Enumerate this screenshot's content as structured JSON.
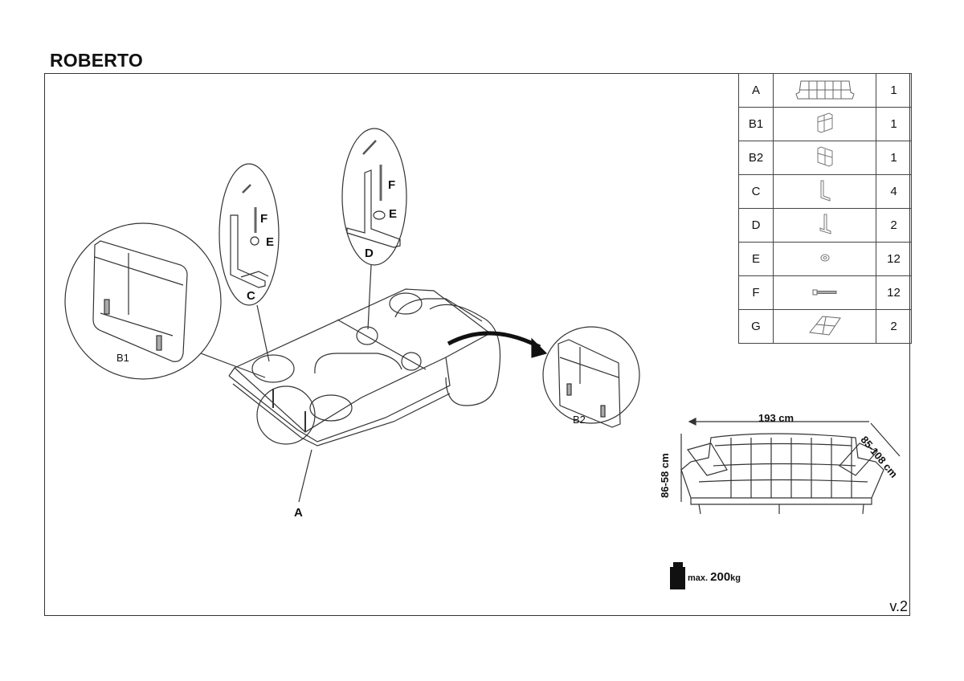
{
  "title": "ROBERTO",
  "version": "v.2",
  "parts": [
    {
      "label": "A",
      "icon": "sofa-icon",
      "qty": "1"
    },
    {
      "label": "B1",
      "icon": "armrest-left-icon",
      "qty": "1"
    },
    {
      "label": "B2",
      "icon": "armrest-right-icon",
      "qty": "1"
    },
    {
      "label": "C",
      "icon": "l-leg-icon",
      "qty": "4"
    },
    {
      "label": "D",
      "icon": "t-leg-icon",
      "qty": "2"
    },
    {
      "label": "E",
      "icon": "washer-icon",
      "qty": "12"
    },
    {
      "label": "F",
      "icon": "bolt-icon",
      "qty": "12"
    },
    {
      "label": "G",
      "icon": "pillow-icon",
      "qty": "2"
    }
  ],
  "diagram": {
    "callout_c": {
      "leg": "C",
      "bolt": "F",
      "washer": "E"
    },
    "callout_d": {
      "leg": "D",
      "bolt": "F",
      "washer": "E"
    },
    "armrest_left": "B1",
    "armrest_right": "B2",
    "sofa_label": "A"
  },
  "dimensions": {
    "width": "193 cm",
    "depth": "85-108 cm",
    "height": "86-58 cm"
  },
  "max_load": {
    "prefix": "max.",
    "value": "200",
    "unit": "kg"
  }
}
